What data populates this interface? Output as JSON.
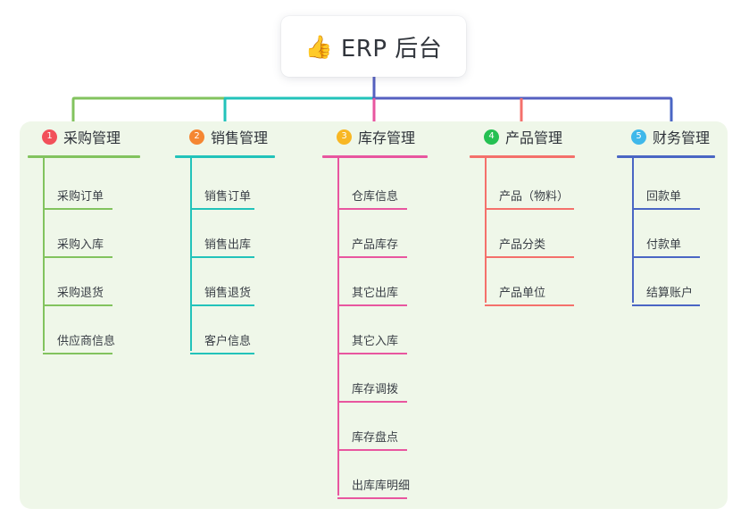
{
  "root": {
    "icon": "thumbs-up-emoji",
    "emoji": "👍",
    "title": "ERP 后台"
  },
  "colors": {
    "panel_bg": "#eff7e9",
    "col1": "#82c35e",
    "col2": "#22c3ba",
    "col3": "#e8569f",
    "col4": "#f4706b",
    "col5": "#4a66c4",
    "badge1": "#f2505a",
    "badge2": "#f58632",
    "badge3": "#f8b724",
    "badge4": "#25c052",
    "badge5": "#3fb8ea",
    "bus_blue": "#5560c0",
    "text": "#2f333a"
  },
  "columns": [
    {
      "index": "1",
      "title": "采购管理",
      "color": "#82c35e",
      "badge_color": "#f2505a",
      "items": [
        "采购订单",
        "采购入库",
        "采购退货",
        "供应商信息"
      ]
    },
    {
      "index": "2",
      "title": "销售管理",
      "color": "#22c3ba",
      "badge_color": "#f58632",
      "items": [
        "销售订单",
        "销售出库",
        "销售退货",
        "客户信息"
      ]
    },
    {
      "index": "3",
      "title": "库存管理",
      "color": "#e8569f",
      "badge_color": "#f8b724",
      "items": [
        "仓库信息",
        "产品库存",
        "其它出库",
        "其它入库",
        "库存调拨",
        "库存盘点",
        "出库库明细"
      ]
    },
    {
      "index": "4",
      "title": "产品管理",
      "color": "#f4706b",
      "badge_color": "#25c052",
      "items": [
        "产品（物料）",
        "产品分类",
        "产品单位"
      ]
    },
    {
      "index": "5",
      "title": "财务管理",
      "color": "#4a66c4",
      "badge_color": "#3fb8ea",
      "items": [
        "回款单",
        "付款单",
        "结算账户"
      ]
    }
  ]
}
